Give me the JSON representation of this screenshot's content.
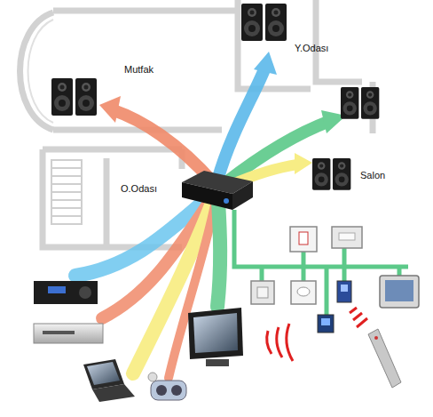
{
  "diagram": {
    "labels": [
      "Y.Odası",
      "Mutfak",
      "O.Odası",
      "Salon"
    ]
  }
}
